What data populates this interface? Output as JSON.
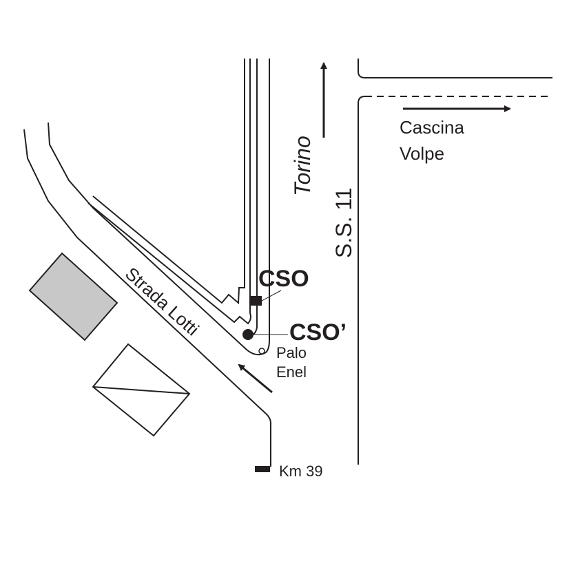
{
  "labels": {
    "cso": "CSO",
    "cso_prime": "CSO’",
    "palo": "Palo",
    "enel": "Enel",
    "km": "Km 39",
    "cascina": "Cascina",
    "volpe": "Volpe",
    "torino": "Torino",
    "ss11": "S.S. 11",
    "strada": "Strada Lotti"
  },
  "colors": {
    "ink": "#231f20",
    "building": "#c8c8c8"
  }
}
